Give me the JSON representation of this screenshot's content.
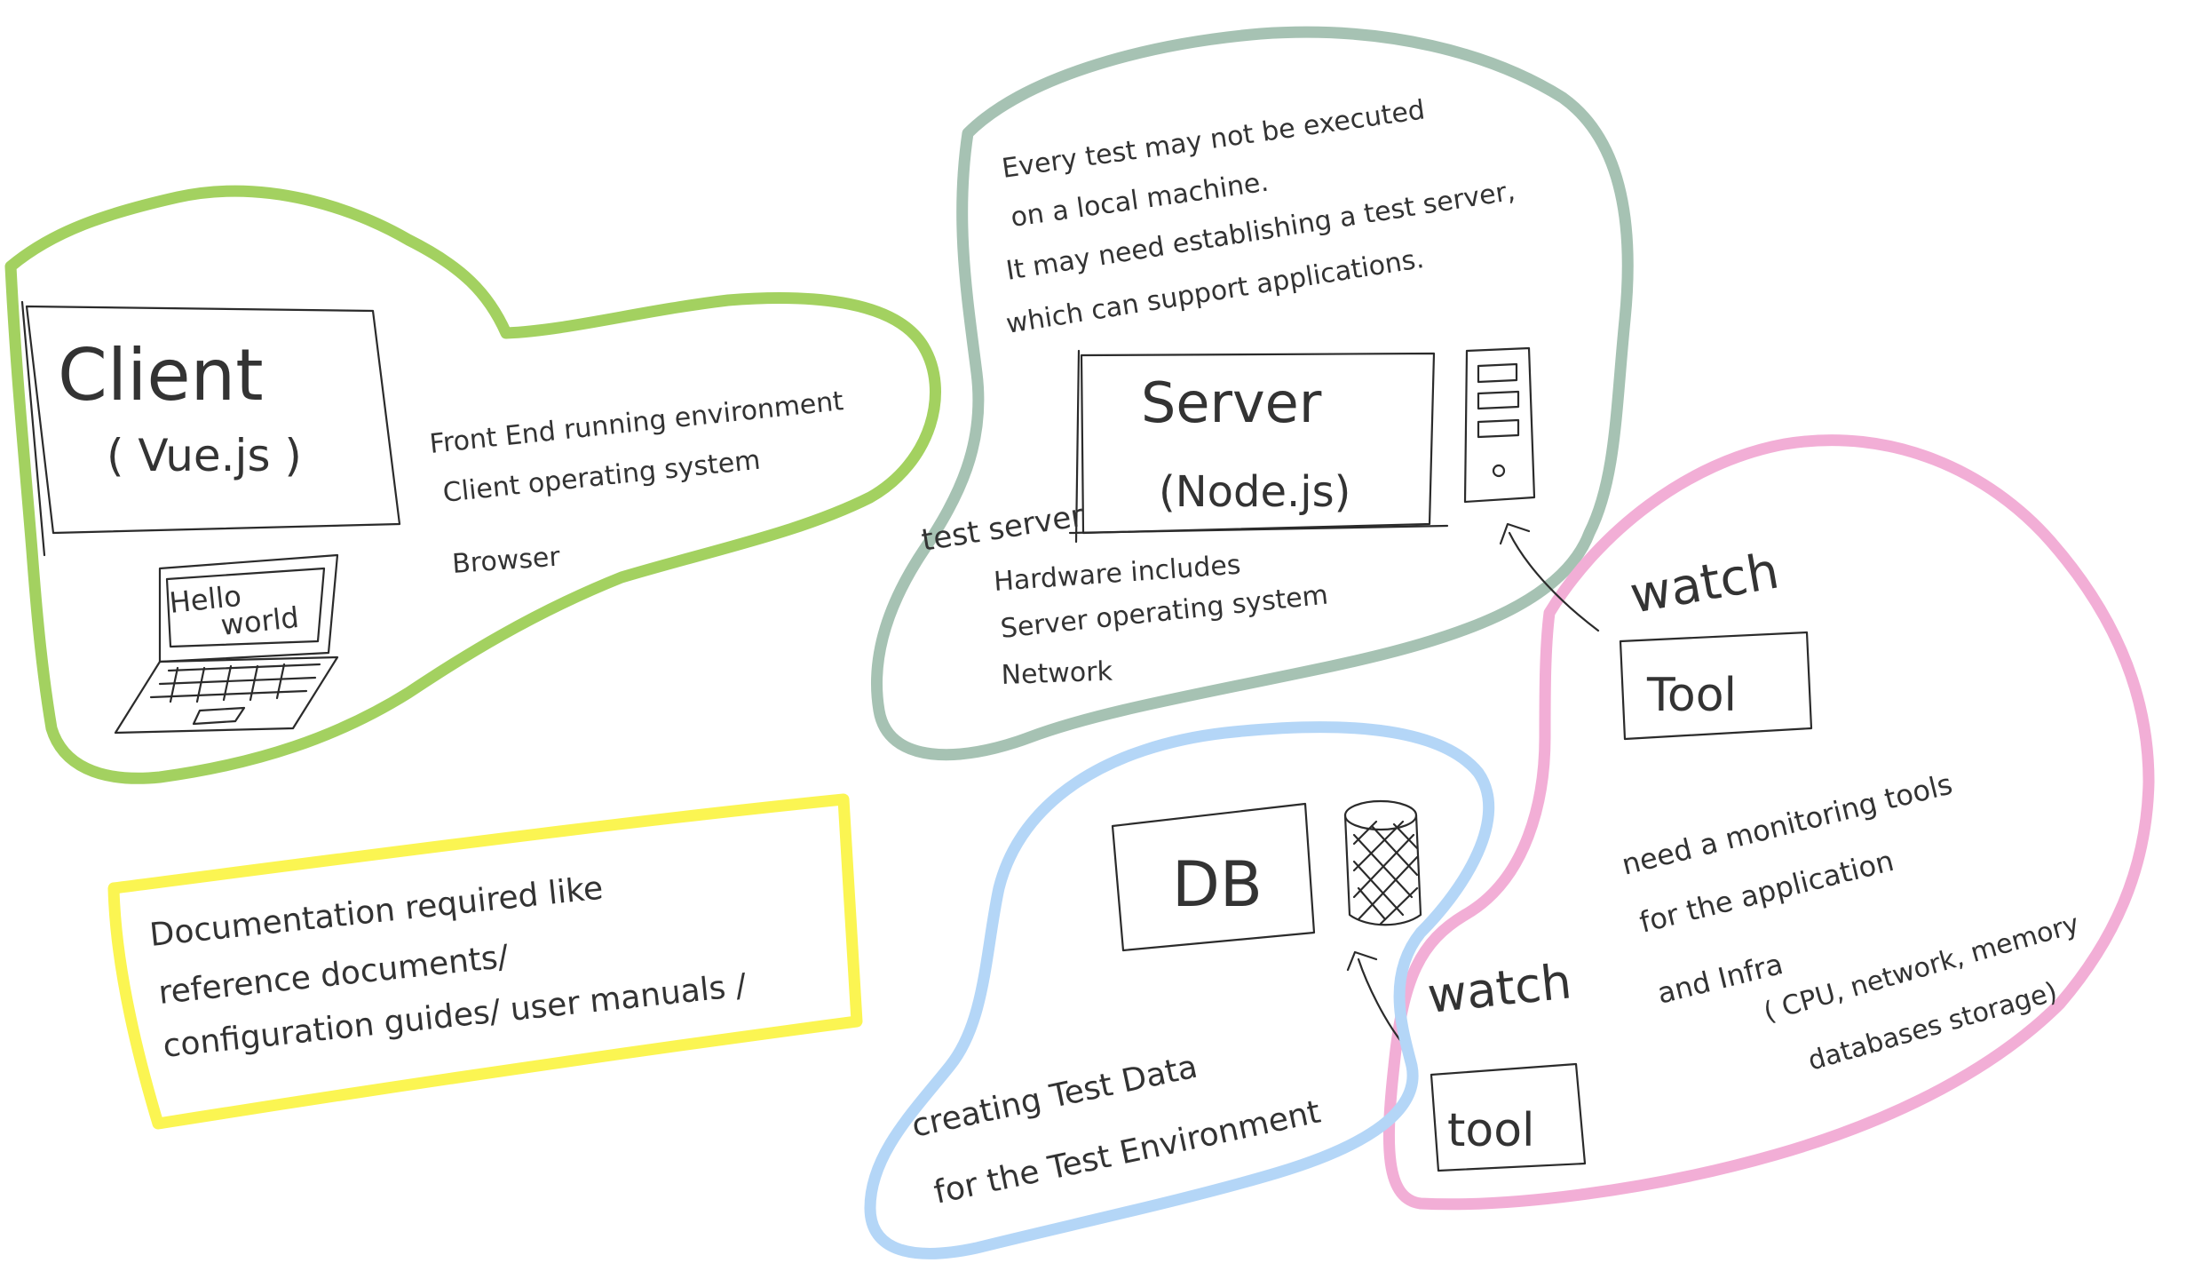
{
  "colors": {
    "client_outline": "#a3d160",
    "server_outline": "#a6c2b3",
    "tool_outline": "#f2aed6",
    "db_outline": "#b4d6f7",
    "doc_outline": "#fbf552",
    "ink": "#2b2b2b"
  },
  "client_group": {
    "title": "Client",
    "subtitle": "( Vue.js )",
    "laptop_screen_line1": "Hello",
    "laptop_screen_line2": "world",
    "note_line1": "Front End running environment",
    "note_line2": "Client operating system",
    "note_line3": "Browser",
    "laptop_icon": "laptop-icon"
  },
  "server_group": {
    "intro_line1": "Every test may not be executed",
    "intro_line2": "on a local machine.",
    "intro_line3": "It may need establishing a test server,",
    "intro_line4": "which can support applications.",
    "box_title": "Server",
    "box_subtitle": "(Node.js)",
    "caption": "test server",
    "hw_line1": "Hardware includes",
    "hw_line2": "Server operating system",
    "hw_line3": "Network",
    "tower_icon": "server-tower-icon"
  },
  "monitor_group": {
    "watch_top": "watch",
    "tool_top": "Tool",
    "note_line1": "need a monitoring tools",
    "note_line2": "for the application",
    "note_line3": "and Infra",
    "note_line4": "( CPU, network, memory",
    "note_line5": "databases storage)",
    "watch_bottom": "watch",
    "tool_bottom": "tool"
  },
  "db_group": {
    "box_title": "DB",
    "note_line1": "creating Test Data",
    "note_line2": "for the Test Environment",
    "cylinder_icon": "database-cylinder-icon"
  },
  "doc_group": {
    "line1": "Documentation required like",
    "line2": "reference documents/",
    "line3": "configuration guides/ user manuals /"
  }
}
